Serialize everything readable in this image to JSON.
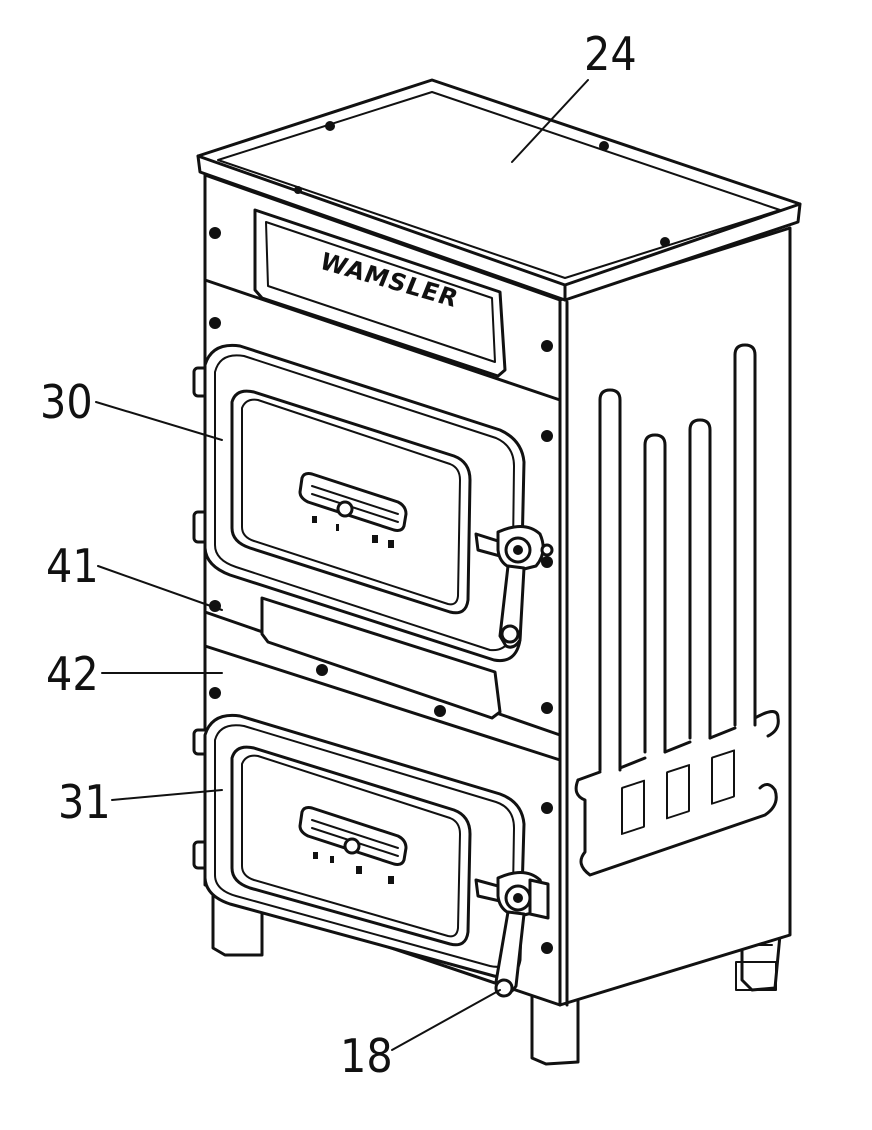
{
  "brand_plate": "WAMSLER",
  "callouts": [
    {
      "id": "top-plate",
      "label": "24"
    },
    {
      "id": "upper-door",
      "label": "30"
    },
    {
      "id": "panel-41",
      "label": "41"
    },
    {
      "id": "panel-42",
      "label": "42"
    },
    {
      "id": "lower-door",
      "label": "31"
    },
    {
      "id": "door-handle",
      "label": "18"
    }
  ]
}
